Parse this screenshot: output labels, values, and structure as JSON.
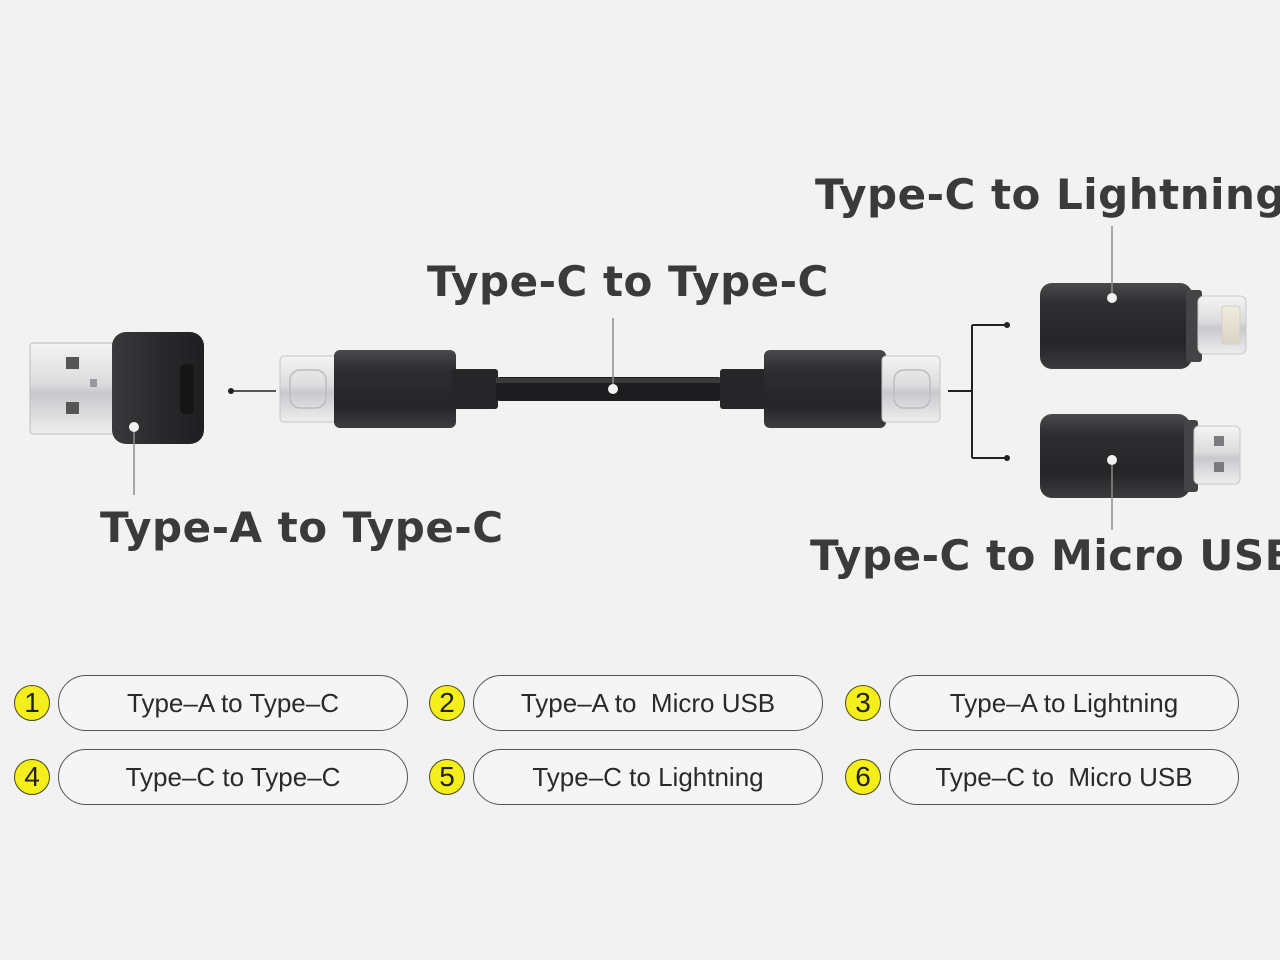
{
  "diagram": {
    "labels": {
      "type_c_to_lightning": "Type-C to Lightning",
      "type_c_to_type_c": "Type-C to Type-C",
      "type_a_to_type_c": "Type-A to Type-C",
      "type_c_to_micro_usb": "Type-C to Micro USB"
    }
  },
  "options": [
    {
      "number": "1",
      "label": "Type–A to Type–C"
    },
    {
      "number": "2",
      "label": "Type–A to  Micro USB"
    },
    {
      "number": "3",
      "label": "Type–A to Lightning"
    },
    {
      "number": "4",
      "label": "Type–C to Type–C"
    },
    {
      "number": "5",
      "label": "Type–C to Lightning"
    },
    {
      "number": "6",
      "label": "Type–C to  Micro USB"
    }
  ],
  "colors": {
    "background": "#f3f2f3",
    "badge": "#f4ee1a",
    "connector_body": "#2e2e30",
    "metal": "#d9d9db",
    "text": "#3a3a3a"
  }
}
